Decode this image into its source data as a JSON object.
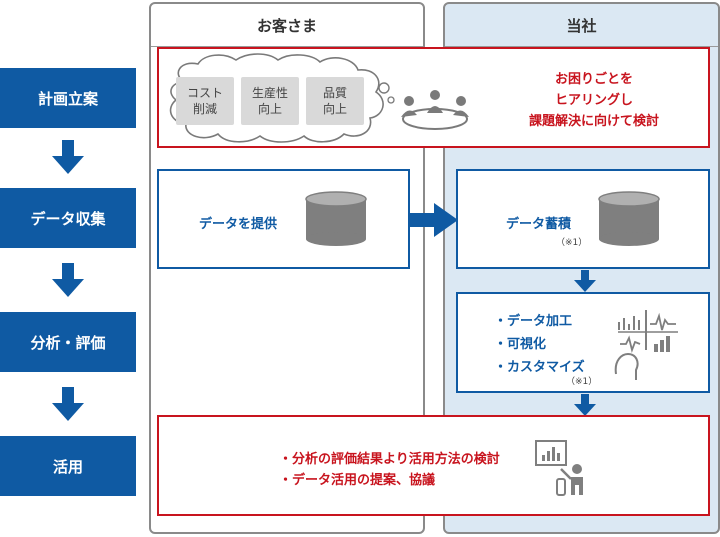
{
  "columns": {
    "customer": "お客さま",
    "company": "当社"
  },
  "steps": [
    "計画立案",
    "データ収集",
    "分析・評価",
    "活用"
  ],
  "planning": {
    "cloud_items": [
      "コスト\n削減",
      "生産性\n向上",
      "品質\n向上"
    ],
    "text_lines": [
      "お困りごとを",
      "ヒアリングし",
      "課題解決に向けて検討"
    ]
  },
  "collection": {
    "customer_text": "データを提供",
    "company_text": "データ蓄積",
    "company_note": "（※1）"
  },
  "analysis": {
    "items": [
      "・データ加工",
      "・可視化",
      "・カスタマイズ"
    ],
    "note": "（※1）"
  },
  "utilization": {
    "items": [
      "・分析の評価結果より活用方法の検討",
      "・データ活用の提案、協議"
    ]
  },
  "colors": {
    "step_blue": "#0f5aa3",
    "accent_red": "#c8141e",
    "company_bg": "#dbe8f3",
    "cylinder_gray": "#7f7f7f"
  },
  "icons": [
    "thought-cloud-icon",
    "meeting-icon",
    "database-icon",
    "waveform-chart-icon",
    "presenter-icon",
    "arrow-right-icon",
    "arrow-down-icon"
  ]
}
